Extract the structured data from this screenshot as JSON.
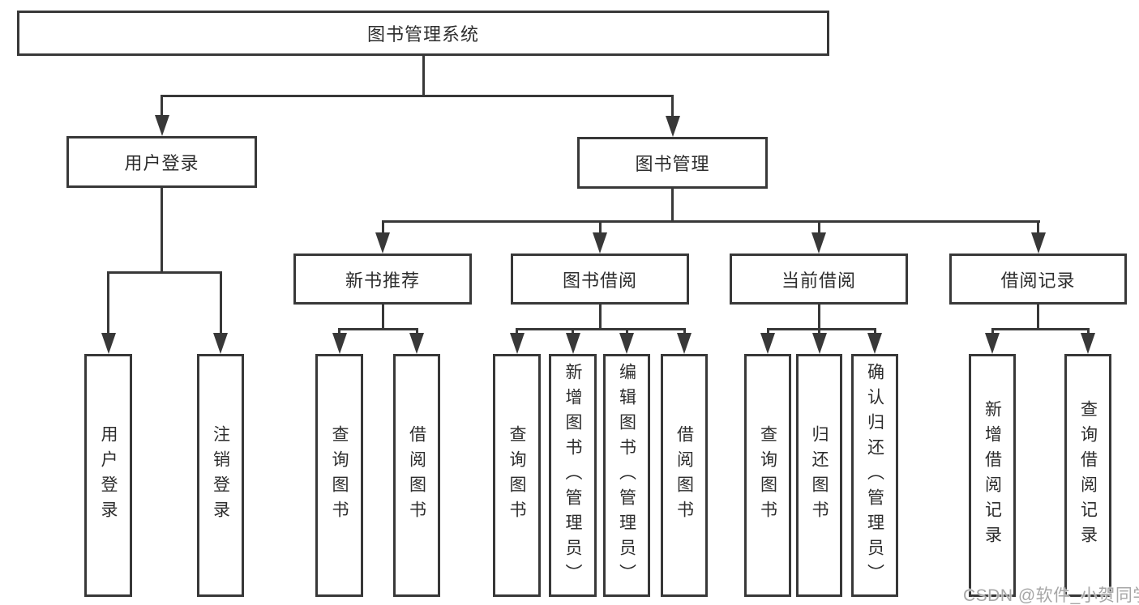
{
  "nodes": {
    "root": "图书管理系统",
    "user_login": "用户登录",
    "book_mgmt": "图书管理",
    "new_book_rec": "新书推荐",
    "book_borrow": "图书借阅",
    "current_borrow": "当前借阅",
    "borrow_record": "借阅记录",
    "leaves": {
      "login": "用户登录",
      "logout": "注销登录",
      "rec_query": "查询图书",
      "rec_borrow": "借阅图书",
      "bb_query": "查询图书",
      "bb_add": "新增图书（管理员）",
      "bb_edit": "编辑图书（管理员）",
      "bb_borrow": "借阅图书",
      "cb_query": "查询图书",
      "cb_return": "归还图书",
      "cb_confirm": "确认归还（管理员）",
      "br_add": "新增借阅记录",
      "br_query": "查询借阅记录"
    }
  },
  "colors": {
    "line": "#383838",
    "text": "#2d2d2d",
    "watermark": "#a6a6a6"
  },
  "watermark": "CSDN @软件_小贺同学"
}
